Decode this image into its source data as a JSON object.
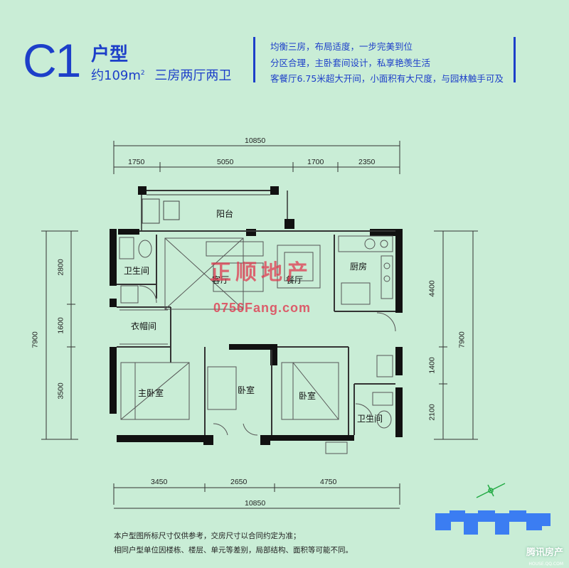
{
  "header": {
    "unit_code": "C1",
    "unit_type_label": "户型",
    "area_prefix": "约109m",
    "area_sup": "2",
    "layout_desc": "三房两厅两卫"
  },
  "features": [
    "均衡三房，布局适度，一步完美到位",
    "分区合理，主卧套间设计，私享艳羡生活",
    "客餐厅6.75米超大开间，小面积有大尺度，与园林触手可及"
  ],
  "dimensions": {
    "top_total": "10850",
    "top_parts": [
      "1750",
      "5050",
      "1700",
      "2350"
    ],
    "bottom_total": "10850",
    "bottom_parts": [
      "3450",
      "2650",
      "4750"
    ],
    "left_total": "7900",
    "left_parts": [
      "2800",
      "1600",
      "3500"
    ],
    "right_total": "7900",
    "right_parts": [
      "4400",
      "1400",
      "2100"
    ]
  },
  "rooms": {
    "balcony": "阳台",
    "bath1": "卫生间",
    "living": "客厅",
    "dining": "餐厅",
    "kitchen": "厨房",
    "closet": "衣帽间",
    "master": "主卧室",
    "bed2": "卧室",
    "bed3": "卧室",
    "bath2": "卫生间"
  },
  "notes": [
    "本户型图所标尺寸仅供参考，交房尺寸以合同约定为准；",
    "相同户型单位因楼栋、楼层、单元等差别，局部结构、面积等可能不同。"
  ],
  "watermark": {
    "line1": "正顺地产",
    "line2": "0756Fang.com"
  },
  "corner_logo": {
    "main": "腾讯房产",
    "sub": "HOUSE.QQ.COM"
  },
  "colors": {
    "background": "#c9edd6",
    "accent_blue": "#1d3fc9",
    "watermark_red": "#e03a50"
  }
}
